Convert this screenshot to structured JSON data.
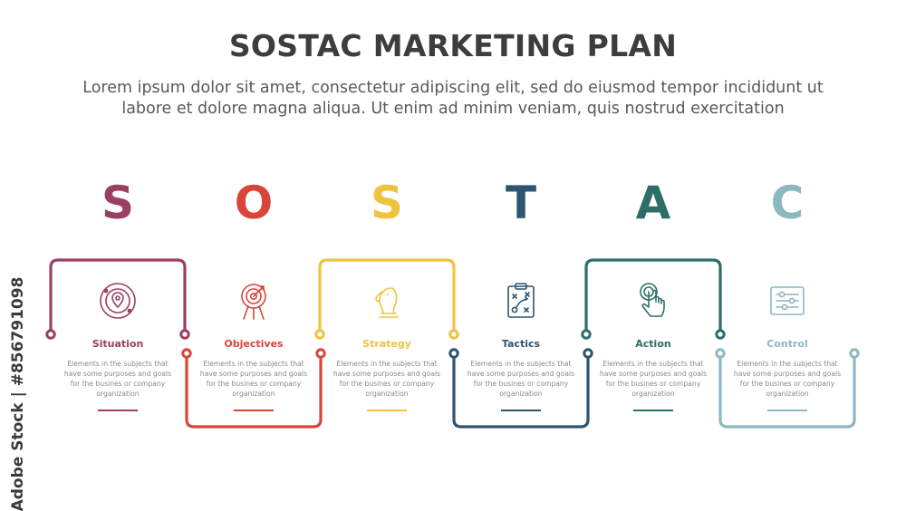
{
  "watermark": "Adobe Stock | #856791098",
  "title": "SOSTAC MARKETING PLAN",
  "subtitle": "Lorem ipsum dolor sit amet, consectetur adipiscing elit, sed do eiusmod tempor incididunt ut labore et dolore magna aliqua. Ut enim ad minim veniam, quis nostrud exercitation",
  "steps": [
    {
      "letter": "S",
      "label": "Situation",
      "icon": "location-globe-icon",
      "color": "#9b3f63",
      "description": "Elements in the subjects that have some purposes and goals for the busines or company organization"
    },
    {
      "letter": "O",
      "label": "Objectives",
      "icon": "target-icon",
      "color": "#d8463a",
      "description": "Elements in the subjects that have some purposes and goals for the busines or company organization"
    },
    {
      "letter": "S",
      "label": "Strategy",
      "icon": "chess-knight-icon",
      "color": "#eec43f",
      "description": "Elements in the subjects that have some purposes and goals for the busines or company organization"
    },
    {
      "letter": "T",
      "label": "Tactics",
      "icon": "tactics-board-icon",
      "color": "#2d5570",
      "description": "Elements in the subjects that have some purposes and goals for the busines or company organization"
    },
    {
      "letter": "A",
      "label": "Action",
      "icon": "touch-hand-icon",
      "color": "#2e6e68",
      "description": "Elements in the subjects that have some purposes and goals for the busines or company organization"
    },
    {
      "letter": "C",
      "label": "Control",
      "icon": "sliders-icon",
      "color": "#8cb8bf",
      "description": "Elements in the subjects that have some purposes and goals for the busines or company organization"
    }
  ]
}
